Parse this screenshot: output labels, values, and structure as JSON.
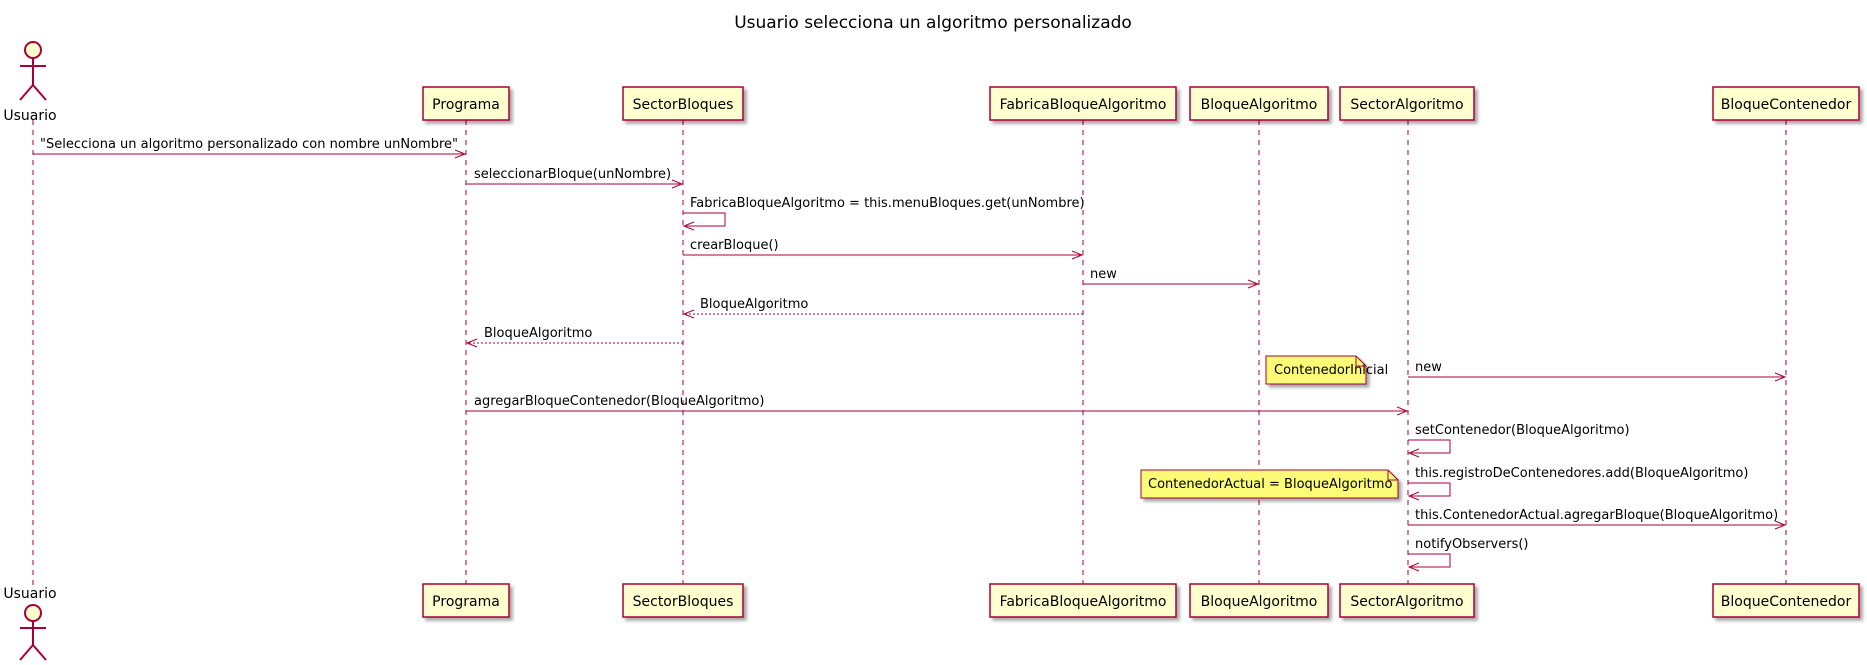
{
  "title": "Usuario selecciona un algoritmo personalizado",
  "actor": {
    "name": "Usuario"
  },
  "participants": [
    {
      "id": "programa",
      "label": "Programa"
    },
    {
      "id": "sector-bloques",
      "label": "SectorBloques"
    },
    {
      "id": "fabrica",
      "label": "FabricaBloqueAlgoritmo"
    },
    {
      "id": "bloque-algoritmo",
      "label": "BloqueAlgoritmo"
    },
    {
      "id": "sector-algoritmo",
      "label": "SectorAlgoritmo"
    },
    {
      "id": "bloque-contenedor",
      "label": "BloqueContenedor"
    }
  ],
  "messages": [
    {
      "from": "usuario",
      "to": "programa",
      "label": "\"Selecciona un algoritmo personalizado con nombre unNombre\"",
      "kind": "sync"
    },
    {
      "from": "programa",
      "to": "sector-bloques",
      "label": "seleccionarBloque(unNombre)",
      "kind": "sync"
    },
    {
      "from": "sector-bloques",
      "to": "sector-bloques",
      "label": "FabricaBloqueAlgoritmo = this.menuBloques.get(unNombre)",
      "kind": "self"
    },
    {
      "from": "sector-bloques",
      "to": "fabrica",
      "label": "crearBloque()",
      "kind": "sync"
    },
    {
      "from": "fabrica",
      "to": "bloque-algoritmo",
      "label": "new",
      "kind": "sync"
    },
    {
      "from": "fabrica",
      "to": "sector-bloques",
      "label": "BloqueAlgoritmo",
      "kind": "return"
    },
    {
      "from": "sector-bloques",
      "to": "programa",
      "label": "BloqueAlgoritmo",
      "kind": "return"
    },
    {
      "from": "sector-algoritmo",
      "to": "bloque-contenedor",
      "label": "new",
      "kind": "sync"
    },
    {
      "from": "programa",
      "to": "sector-algoritmo",
      "label": "agregarBloqueContenedor(BloqueAlgoritmo)",
      "kind": "sync"
    },
    {
      "from": "sector-algoritmo",
      "to": "sector-algoritmo",
      "label": "setContenedor(BloqueAlgoritmo)",
      "kind": "self"
    },
    {
      "from": "sector-algoritmo",
      "to": "sector-algoritmo",
      "label": "this.registroDeContenedores.add(BloqueAlgoritmo)",
      "kind": "self"
    },
    {
      "from": "sector-algoritmo",
      "to": "bloque-contenedor",
      "label": "this.ContenedorActual.agregarBloque(BloqueAlgoritmo)",
      "kind": "sync"
    },
    {
      "from": "sector-algoritmo",
      "to": "sector-algoritmo",
      "label": "notifyObservers()",
      "kind": "self"
    }
  ],
  "notes": [
    {
      "text": "ContenedorInicial"
    },
    {
      "text": "ContenedorActual = BloqueAlgoritmo"
    }
  ],
  "colors": {
    "participant_fill": "#FEFECE",
    "participant_border": "#A80036",
    "line": "#A80036",
    "note_fill": "#FBFB77"
  }
}
